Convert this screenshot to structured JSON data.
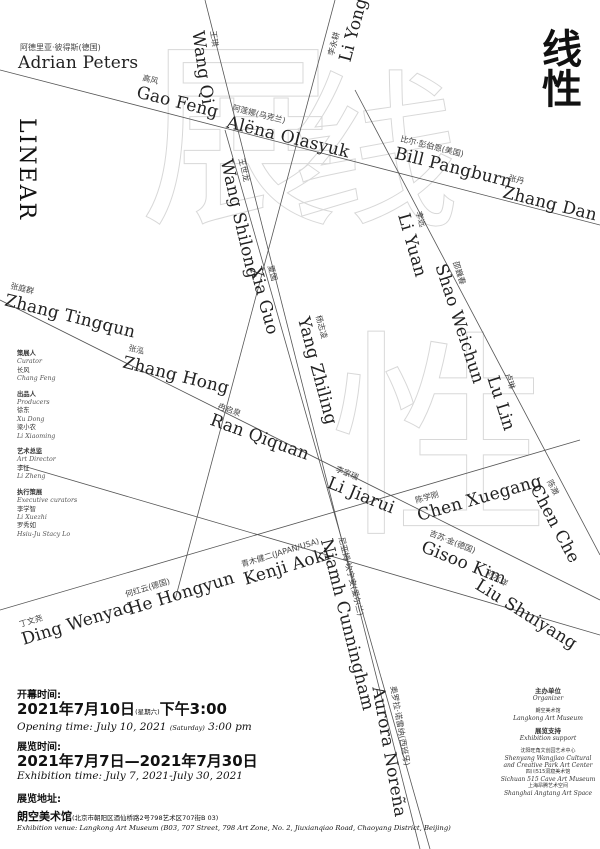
{
  "title_zh": "线性",
  "title_en": "LINEAR",
  "ghost": {
    "a": "展",
    "b": "线",
    "c": "性"
  },
  "artists": [
    {
      "en": "Adrian Peters",
      "zh": "阿德里亚·彼得斯(德国)"
    },
    {
      "en": "Wang Qi",
      "zh": "王琪"
    },
    {
      "en": "Li Yonggeng",
      "zh": "李永耕"
    },
    {
      "en": "Gao Feng",
      "zh": "高风"
    },
    {
      "en": "Alëna Olasyuk",
      "zh": "阿莲娜(乌克兰)"
    },
    {
      "en": "Bill Pangburn",
      "zh": "比尔·彭伯恩(美国)"
    },
    {
      "en": "Zhang Dan",
      "zh": "张丹"
    },
    {
      "en": "Wang Shilong",
      "zh": "王世龙"
    },
    {
      "en": "Li Yuan",
      "zh": "李远"
    },
    {
      "en": "Xia Guo",
      "zh": "夏国"
    },
    {
      "en": "Shao Weichun",
      "zh": "邵巍春"
    },
    {
      "en": "Zhang Tingqun",
      "zh": "张庭群"
    },
    {
      "en": "Yang Zhiling",
      "zh": "杨志凌"
    },
    {
      "en": "Lu Lin",
      "zh": "卢琳"
    },
    {
      "en": "Zhang Hong",
      "zh": "张泓"
    },
    {
      "en": "Ran Qiquan",
      "zh": "冉启泉"
    },
    {
      "en": "Li Jiarui",
      "zh": "李家瑞"
    },
    {
      "en": "Chen Xuegang",
      "zh": "陈学刚"
    },
    {
      "en": "Chen Che",
      "zh": "陈澈"
    },
    {
      "en": "Gisoo Kim",
      "zh": "吉苏·金(德国)"
    },
    {
      "en": "Kenji Aoki",
      "zh": "青木健二(JAPAN/USA)"
    },
    {
      "en": "Niamh Cunningham",
      "zh": "尼亚姆·坎宁安(爱尔兰)"
    },
    {
      "en": "Liu Shuiyang",
      "zh": "刘水洋"
    },
    {
      "en": "He Hongyun",
      "zh": "何红云(德国)"
    },
    {
      "en": "Ding Wenyao",
      "zh": "丁文尧"
    },
    {
      "en": "Aurora Noreña",
      "zh": "奥罗拉·诺雷纳(西班牙)"
    }
  ],
  "credits": {
    "curator": {
      "zh": "策展人",
      "en": "Curator",
      "names": [
        {
          "zh": "长风",
          "en": "Chang Feng"
        }
      ]
    },
    "producers": {
      "zh": "出品人",
      "en": "Producers",
      "names": [
        {
          "zh": "徐东",
          "en": "Xu Dong"
        },
        {
          "zh": "梁小农",
          "en": "Li Xiaoming"
        }
      ]
    },
    "art_director": {
      "zh": "艺术总监",
      "en": "Art Director",
      "names": [
        {
          "zh": "李征",
          "en": "Li Zheng"
        }
      ]
    },
    "exec": {
      "zh": "执行策展",
      "en": "Executive curators",
      "names": [
        {
          "zh": "李学智",
          "en": "Li Xuezhi"
        },
        {
          "zh": "罗秀如",
          "en": "Hsiu-Ju Stacy Lo"
        }
      ]
    }
  },
  "opening": {
    "label": "开幕时间:",
    "zh": "2021年7月10日",
    "zh_wk": "(星期六)",
    "zh_time": "下午3:00",
    "en": "Opening time: July 10, 2021",
    "en_wk": "(Saturday)",
    "en_time": "3:00 pm"
  },
  "exhibition": {
    "label": "展览时间:",
    "zh": "2021年7月7日—2021年7月30日",
    "en": "Exhibition time: July 7, 2021-July 30, 2021"
  },
  "venue": {
    "label": "展览地址:",
    "zh": "朗空美术馆",
    "zh_addr": "(北京市朝阳区酒仙桥路2号798艺术区707街B 03)",
    "en": "Exhibition venue: Langkong Art Museum (B03, 707 Street, 798 Art Zone, No. 2, Jiuxianqiao Road, Chaoyang District, Beijing)"
  },
  "organizer": {
    "label_zh": "主办单位",
    "label_en": "Organizer",
    "name_zh": "朗空美术馆",
    "name_en": "Langkong Art Museum"
  },
  "support": {
    "label_zh": "展览支持",
    "label_en": "Exhibition support",
    "items": [
      {
        "zh": "沈阳旺角文创园艺术中心",
        "en": "Shenyang Wangjiao Cultural and Creative Park Art Center"
      },
      {
        "zh": "四川515洞窟美术馆",
        "en": "Sichuan 515 Cave Art Museum"
      },
      {
        "zh": "上海昂腾艺术空间",
        "en": "Shanghai Angtang Art Space"
      }
    ]
  }
}
